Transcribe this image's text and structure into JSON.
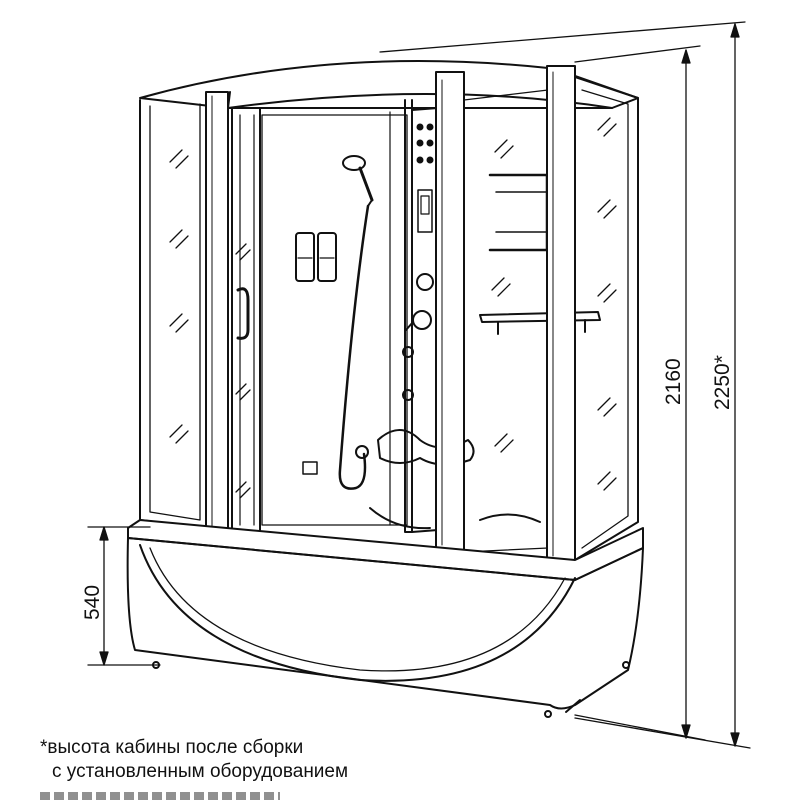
{
  "dimensions": {
    "tray_height": "540",
    "cabin_height": "2160",
    "total_height": "2250*"
  },
  "footnote": {
    "line1": "*высота кабины после сборки",
    "line2": "с установленным оборудованием"
  },
  "colors": {
    "stroke": "#111111",
    "background": "#ffffff"
  }
}
